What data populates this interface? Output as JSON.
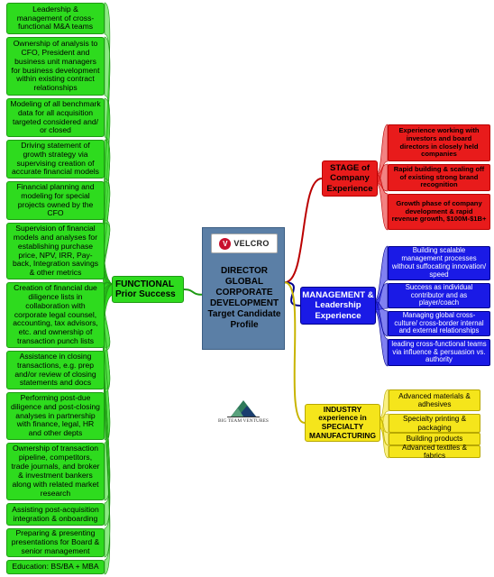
{
  "center": {
    "logo_text": "VELCRO",
    "logo_mark": "V",
    "title": "DIRECTOR GLOBAL CORPORATE DEVELOPMENT Target Candidate Profile"
  },
  "footer_logo": "BIG TEAM VENTURES",
  "functional": {
    "title": "FUNCTIONAL Prior Success",
    "items": [
      "Leadership & management of cross-functional M&A teams",
      "Ownership of analysis to CFO, President and business unit managers for business development within existing contract relationships",
      "Modeling of all benchmark data for all acquisition targeted considered and/ or closed",
      "Driving statement of growth strategy via supervising creation of accurate financial models",
      "Financial planning and modeling for special projects owned by the CFO",
      "Supervision of financial models and analyses for establishing purchase price, NPV, IRR, Pay-back, Integration savings & other metrics",
      "Creation of financial due diligence lists in collaboration with corporate legal counsel, accounting, tax advisors, etc. and ownership of transaction punch lists",
      "Assistance in closing transactions, e.g. prep and/or review of closing statements and docs",
      "Performing post-due diligence and post-closing analyses in partnership with finance, legal, HR and other depts",
      "Ownership of transaction pipeline, competitors, trade journals, and broker & investment bankers along with related market research",
      "Assisting post-acquisition integration & onboarding",
      "Preparing & presenting presentations for Board & senior management",
      "Education: BS/BA + MBA"
    ]
  },
  "stage": {
    "title": "STAGE of Company Experience",
    "items": [
      "Experience working with investors and board directors in closely held companies",
      "Rapid building & scaling off of existing strong brand recognition",
      "Growth phase of company development & rapid revenue growth, $100M-$1B+"
    ]
  },
  "management": {
    "title": "MANAGEMENT & Leadership Experience",
    "items": [
      "Building scalable management processes without suffocating innovation/ speed",
      "Success as individual contributor and as player/coach",
      "Managing global cross-culture/ cross-border internal and external relationships",
      "leading cross-functional teams via influence & persuasion vs. authority"
    ]
  },
  "industry": {
    "title": "INDUSTRY experience in SPECIALTY MANUFACTURING",
    "items": [
      "Advanced materials & adhesives",
      "Specialty printing & packaging",
      "Building products",
      "Advanced textiles & fabrics"
    ]
  },
  "colors": {
    "functional": "#2edb1e",
    "stage": "#e81b1b",
    "management": "#1a1ae6",
    "industry": "#f5e51b",
    "center": "#5b7fa6"
  }
}
